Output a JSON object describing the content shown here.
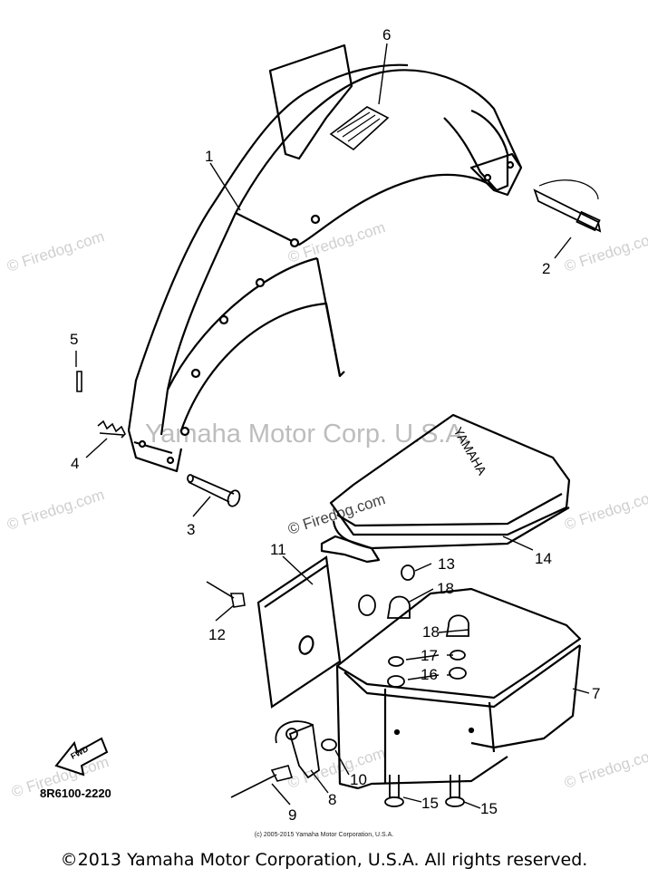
{
  "watermarks": {
    "center": "Yamaha Motor Corp. U.S.A.",
    "site": "© Firedog.com"
  },
  "callouts": [
    "1",
    "2",
    "3",
    "4",
    "5",
    "6",
    "7",
    "8",
    "9",
    "10",
    "11",
    "12",
    "13",
    "14",
    "15",
    "15",
    "16",
    "16",
    "17",
    "17",
    "18",
    "18"
  ],
  "part_number": "8R6100-2220",
  "fwd_label": "FWD",
  "small_copyright": "(c) 2005-2015 Yamaha Motor Corporation, U.S.A.",
  "footer": "©2013 Yamaha Motor Corporation, U.S.A. All rights reserved."
}
